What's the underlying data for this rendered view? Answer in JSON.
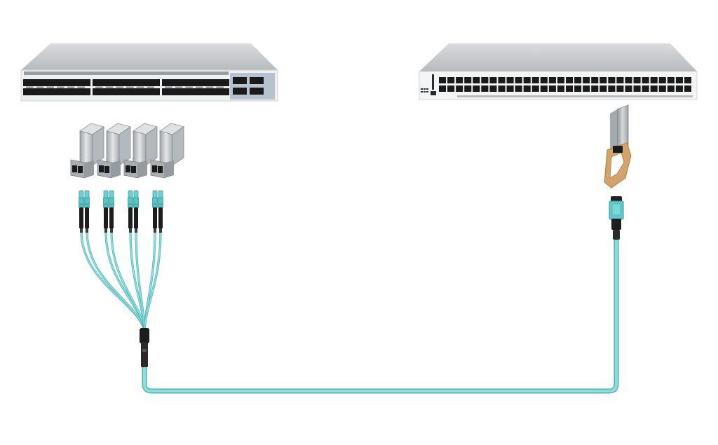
{
  "diagram": {
    "left_switch": {
      "sfp_port_pairs_per_bank": 6,
      "banks": 3,
      "qsfp_ports": 4
    },
    "right_switch": {
      "sfp_port_pairs": 30
    },
    "sfp_modules": 4,
    "duplex_lc_connectors": 4,
    "colors": {
      "cable": "#7dd3d3",
      "cable_edge": "#4fb3b3",
      "chassis_top": "#c9cbcd",
      "chassis_front": "#f2f3f4",
      "port": "#1a1a1a",
      "connector": "#1c1c1c",
      "pull_tab": "#d2a36a",
      "metal": "#b7bcc1"
    }
  }
}
